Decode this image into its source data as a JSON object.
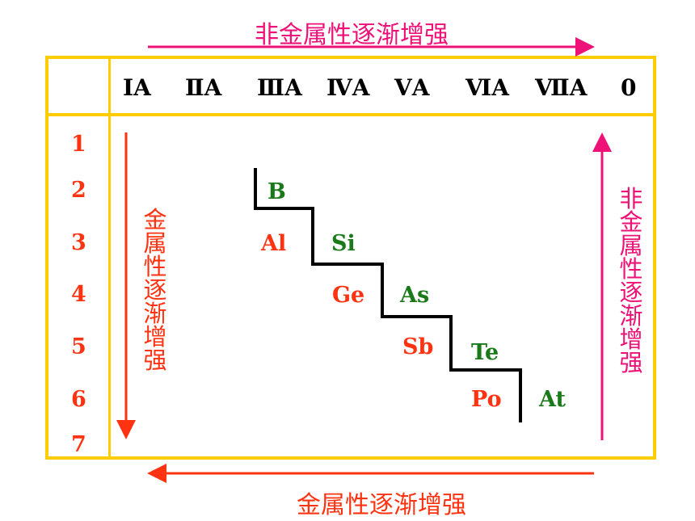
{
  "captions": {
    "top": "非金属性逐渐增强",
    "bottom": "金属性逐渐增强",
    "left_vertical": "金属性逐渐增强",
    "right_vertical": "非金属性逐渐增强"
  },
  "groups": [
    "ⅠA",
    "ⅡA",
    "ⅢA",
    "ⅣA",
    "ⅤA",
    "ⅥA",
    "ⅦA",
    "0"
  ],
  "periods": [
    "1",
    "2",
    "3",
    "4",
    "5",
    "6",
    "7"
  ],
  "elements": [
    {
      "symbol": "B",
      "type": "nonmetal"
    },
    {
      "symbol": "Al",
      "type": "metal"
    },
    {
      "symbol": "Si",
      "type": "nonmetal"
    },
    {
      "symbol": "Ge",
      "type": "metal"
    },
    {
      "symbol": "As",
      "type": "nonmetal"
    },
    {
      "symbol": "Sb",
      "type": "metal"
    },
    {
      "symbol": "Te",
      "type": "nonmetal"
    },
    {
      "symbol": "Po",
      "type": "metal"
    },
    {
      "symbol": "At",
      "type": "nonmetal"
    }
  ],
  "colors": {
    "frame": "#ffcc00",
    "metal": "#ff3311",
    "nonmetal": "#1a7a1a",
    "nonmetal_arrow": "#ee1177",
    "metal_arrow": "#ff3311",
    "staircase": "#000000"
  }
}
